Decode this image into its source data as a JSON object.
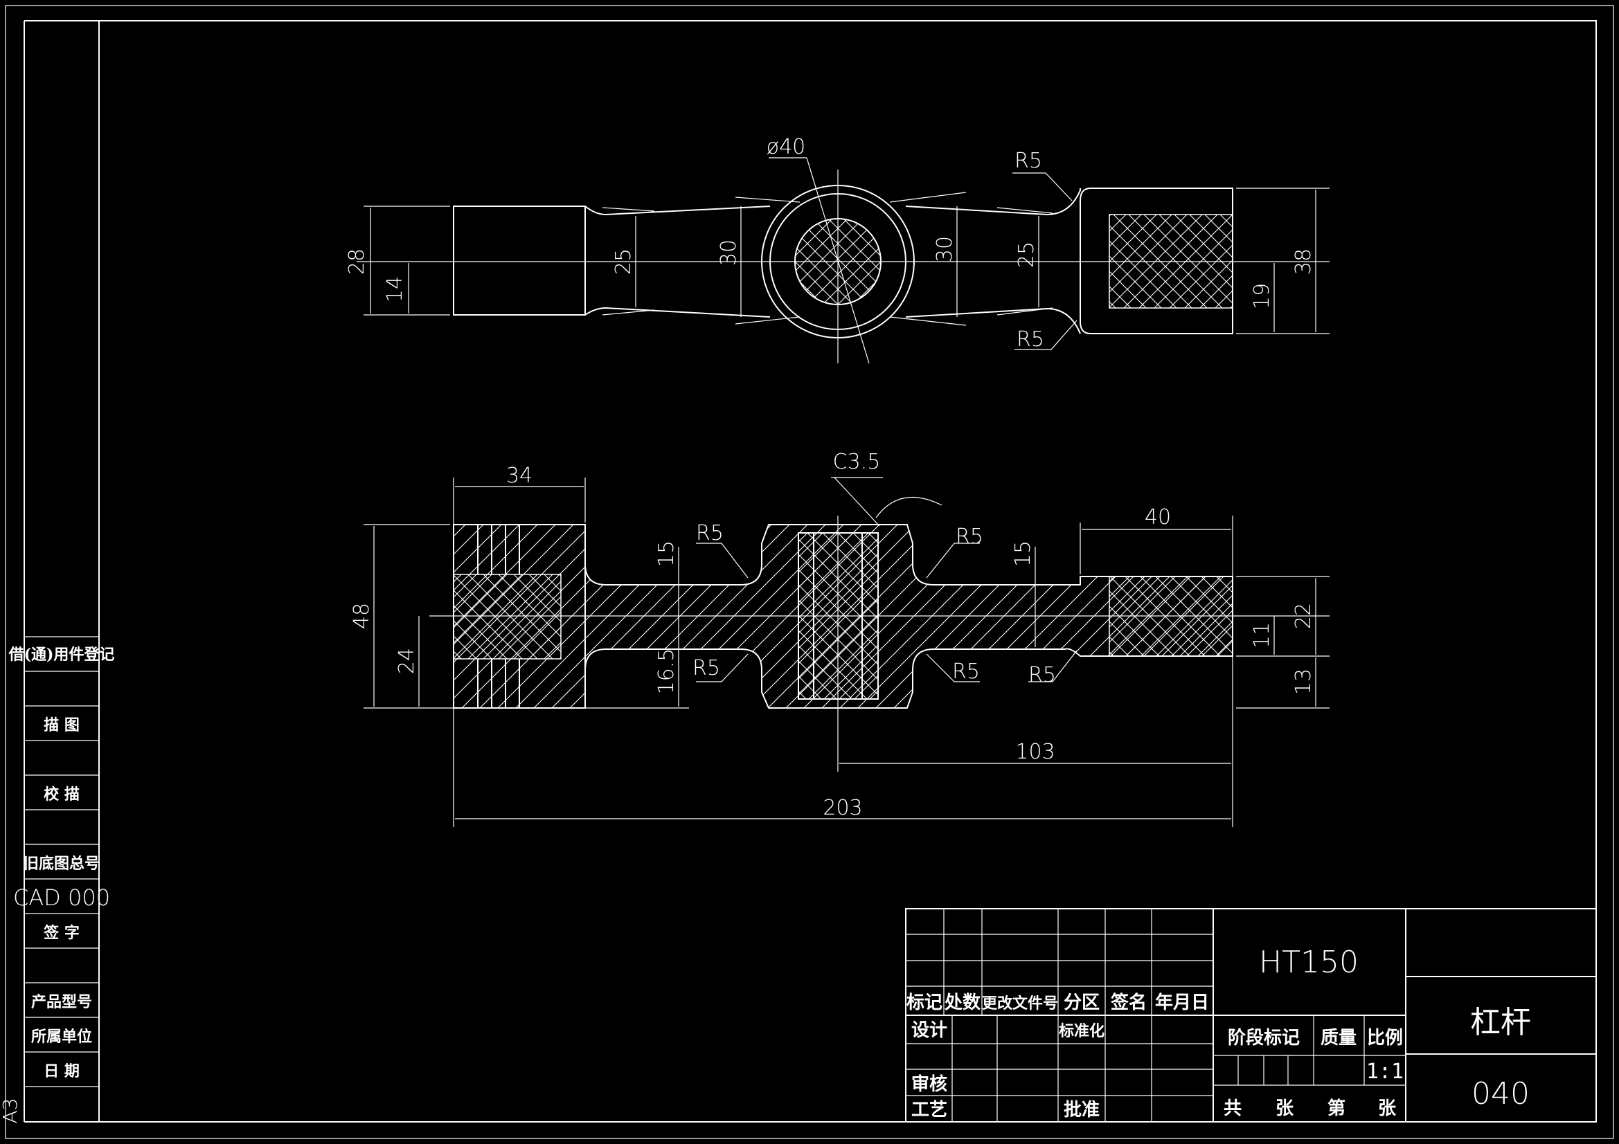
{
  "drawing": {
    "sheet_size": "A3",
    "material": "HT150",
    "part_name": "杠杆",
    "drawing_number": "040",
    "scale": "1:1"
  },
  "side_strip": {
    "borrow_register": "借(通)用件登记",
    "trace": "描 图",
    "check_trace": "校 描",
    "old_base_number": "旧底图总号",
    "cad_code": "CAD 000",
    "signature": "签 字",
    "product_model": "产品型号",
    "unit": "所属单位",
    "date": "日 期"
  },
  "title_block": {
    "mark": "标记",
    "count": "处数",
    "change_doc": "更改文件号",
    "zone": "分区",
    "sign": "签名",
    "ymd": "年月日",
    "design": "设计",
    "standardize": "标准化",
    "review": "审核",
    "process": "工艺",
    "approve": "批准",
    "stage_mark": "阶段标记",
    "mass": "质量",
    "ratio": "比例",
    "total": "共",
    "sheets1": "张",
    "page": "第",
    "sheets2": "张"
  },
  "top_view_dims": {
    "d40": "ø40",
    "r5_top": "R5",
    "r5_bottom": "R5",
    "h28": "28",
    "h14": "14",
    "h25_left": "25",
    "h30_left": "30",
    "h30_right": "30",
    "h25_right": "25",
    "h38": "38",
    "h19": "19"
  },
  "front_view_dims": {
    "w34": "34",
    "c35": "C3.5",
    "r5_a": "R5",
    "r5_b": "R5",
    "r5_c": "R5",
    "r5_d": "R5",
    "r5_e": "R5",
    "h15_left": "15",
    "h15_right": "15",
    "h165": "16.5",
    "w40": "40",
    "h48": "48",
    "h24": "24",
    "h22": "22",
    "h11": "11",
    "h13": "13",
    "w103": "103",
    "w203": "203"
  }
}
